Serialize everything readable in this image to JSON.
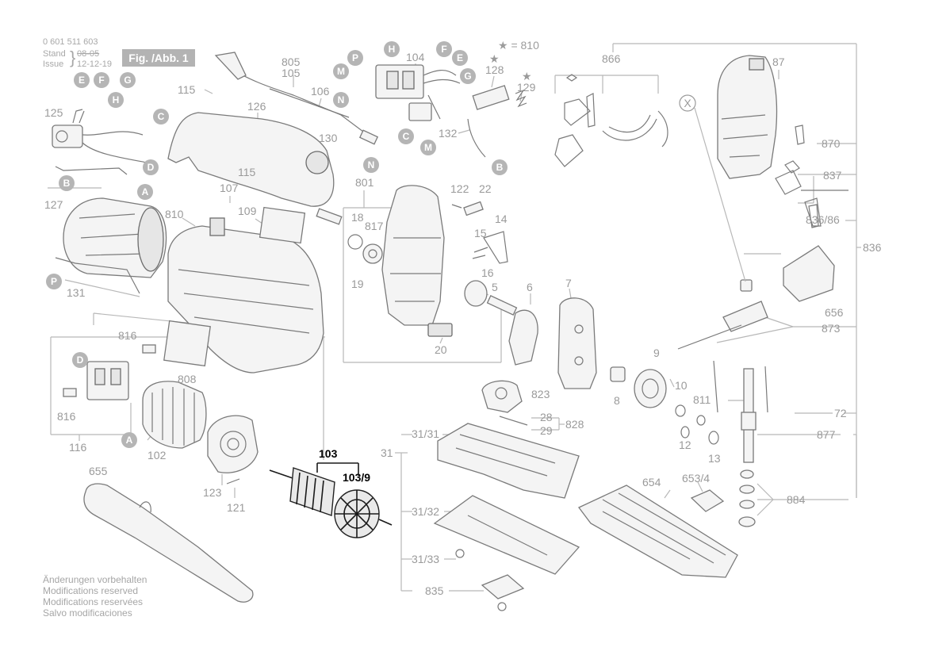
{
  "header": {
    "part_number": "0 601 511 603",
    "stand_label": "Stand",
    "stand_old": "08-05",
    "issue_label": "Issue",
    "issue_date": "12-12-19",
    "fig_label": "Fig. /Abb. 1",
    "star_note": "★ = 810"
  },
  "notes": [
    "Änderungen vorbehalten",
    "Modifications reserved",
    "Modifications reservées",
    "Salvo modificaciones"
  ],
  "labels": {
    "l805": "805",
    "l105": "105",
    "l104": "104",
    "l115a": "115",
    "l126": "126",
    "l106": "106",
    "l125": "125",
    "l130": "130",
    "l128": "128",
    "l129": "129",
    "l132": "132",
    "l866": "866",
    "l87": "87",
    "l870": "870",
    "l837": "837",
    "l83686": "836/86",
    "l836": "836",
    "l127": "127",
    "l810": "810",
    "l115b": "115",
    "l107": "107",
    "l109": "109",
    "l801": "801",
    "l18": "18",
    "l817": "817",
    "l122": "122",
    "l22": "22",
    "l14": "14",
    "l15": "15",
    "l16": "16",
    "l19": "19",
    "l5": "5",
    "l6": "6",
    "l7": "7",
    "l20": "20",
    "l131": "131",
    "l656": "656",
    "l873": "873",
    "l9": "9",
    "l8": "8",
    "l10": "10",
    "l811": "811",
    "l72": "72",
    "l816a": "816",
    "l808": "808",
    "l816b": "816",
    "l116": "116",
    "l102": "102",
    "l823": "823",
    "l28": "28",
    "l29": "29",
    "l828": "828",
    "l3131": "31/31",
    "l31": "31",
    "l12": "12",
    "l13": "13",
    "l877": "877",
    "l103": "103",
    "l1039": "103/9",
    "l655": "655",
    "l123": "123",
    "l121": "121",
    "l654": "654",
    "l6534": "653/4",
    "l884": "884",
    "l3132": "31/32",
    "l3133": "31/33",
    "l835": "835"
  },
  "callouts": {
    "P": "P",
    "H": "H",
    "F": "F",
    "E": "E",
    "G": "G",
    "M": "M",
    "N": "N",
    "C": "C",
    "B": "B",
    "D": "D",
    "A": "A",
    "X": "X"
  },
  "highlighted_parts": [
    "103",
    "103/9"
  ]
}
